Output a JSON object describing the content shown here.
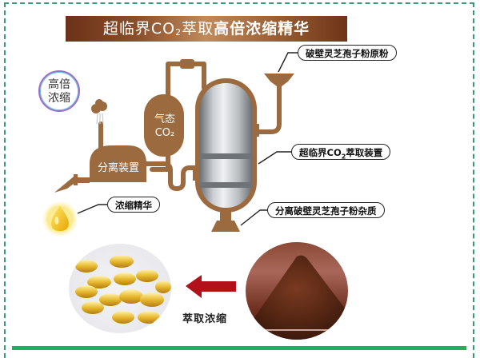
{
  "title": {
    "prefix": "超临界CO",
    "subscript": "2",
    "middle": "萃取",
    "bold": "高倍浓缩精华"
  },
  "badge": {
    "line1": "高倍",
    "line2": "浓缩"
  },
  "vessels": {
    "co2_tank": {
      "line1": "气态",
      "line2": "CO₂"
    },
    "separator": {
      "label": "分离装置"
    }
  },
  "callouts": {
    "raw_powder": "破壁灵芝孢子粉原粉",
    "extractor_prefix": "超临界CO",
    "extractor_sub": "2",
    "extractor_suffix": "萃取装置",
    "impurities": "分离破壁灵芝孢子粉杂质",
    "essence": "浓缩精华"
  },
  "bottom": {
    "arrow_label": "萃取浓缩",
    "left_image": "softgel-capsules",
    "right_image": "spore-powder-pile"
  },
  "colors": {
    "pipe_brown": "#9b6a3f",
    "title_dark": "#6b3219",
    "title_light": "#c08a5a",
    "arrow_red": "#b3111a",
    "bottom_line_green": "#1fb157",
    "frame_dashed": "#3a9a78"
  }
}
